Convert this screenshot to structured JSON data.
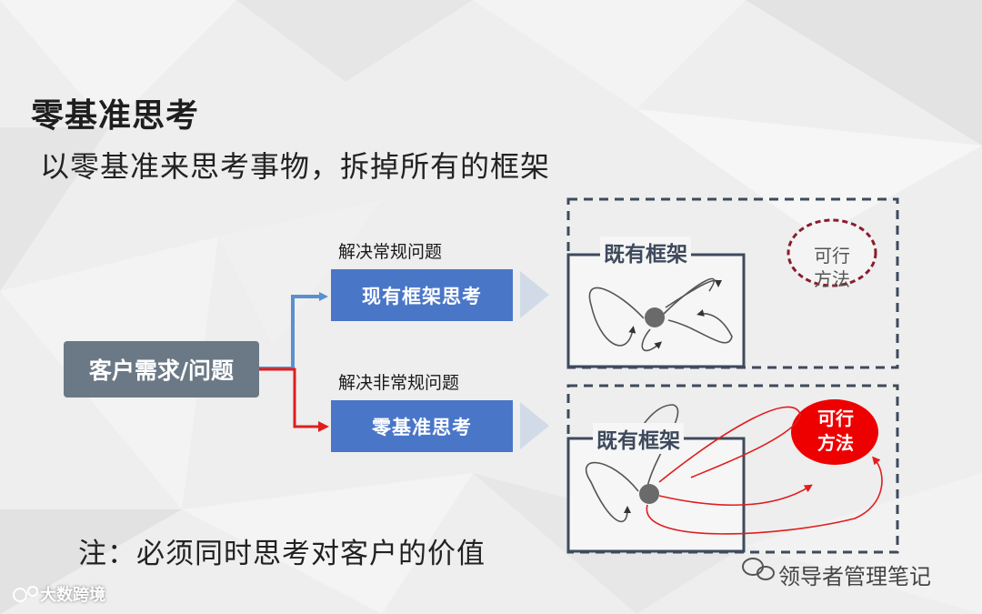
{
  "title": "零基准思考",
  "subtitle": "以零基准来思考事物，拆掉所有的框架",
  "customer_box": "客户需求/问题",
  "upper_branch": {
    "label": "解决常规问题",
    "box": "现有框架思考"
  },
  "lower_branch": {
    "label": "解决非常规问题",
    "box": "零基准思考"
  },
  "upper_panel": {
    "frame_title": "既有框架",
    "feasible": [
      "可行",
      "方法"
    ]
  },
  "lower_panel": {
    "frame_title": "既有框架",
    "feasible": [
      "可行",
      "方法"
    ]
  },
  "note": "注：必须同时思考对客户的价值",
  "watermark_left": "大数跨境",
  "watermark_right": "领导者管理笔记",
  "colors": {
    "blue_box": "#4a76c8",
    "gray_box": "#6b7886",
    "frame": "#3e4a5c",
    "red": "#e11d1d",
    "dark_red": "#8a1c2e"
  }
}
